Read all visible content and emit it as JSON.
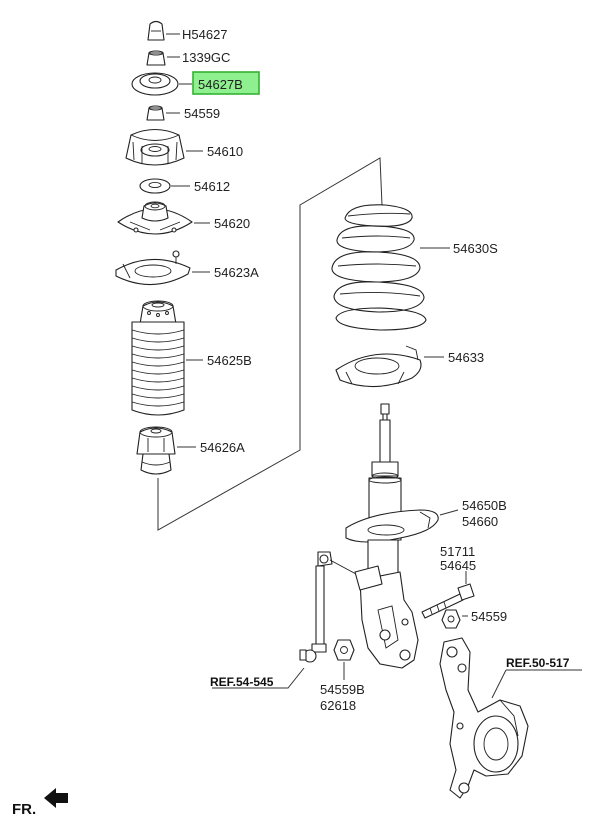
{
  "labels": {
    "h54627": "H54627",
    "n1339gc": "1339GC",
    "n54627b": "54627B",
    "n54559_top": "54559",
    "n54610": "54610",
    "n54612": "54612",
    "n54620": "54620",
    "n54623a": "54623A",
    "n54625b": "54625B",
    "n54626a": "54626A",
    "n54630s": "54630S",
    "n54633": "54633",
    "n54650b": "54650B",
    "n54660": "54660",
    "n51711": "51711",
    "n54645": "54645",
    "n54559_right": "54559",
    "n54559b": "54559B",
    "n62618": "62618"
  },
  "refs": {
    "ref54545": "REF.54-545",
    "ref50517": "REF.50-517"
  },
  "orientation": {
    "fr": "FR."
  },
  "highlight_color": "#8ff08f"
}
